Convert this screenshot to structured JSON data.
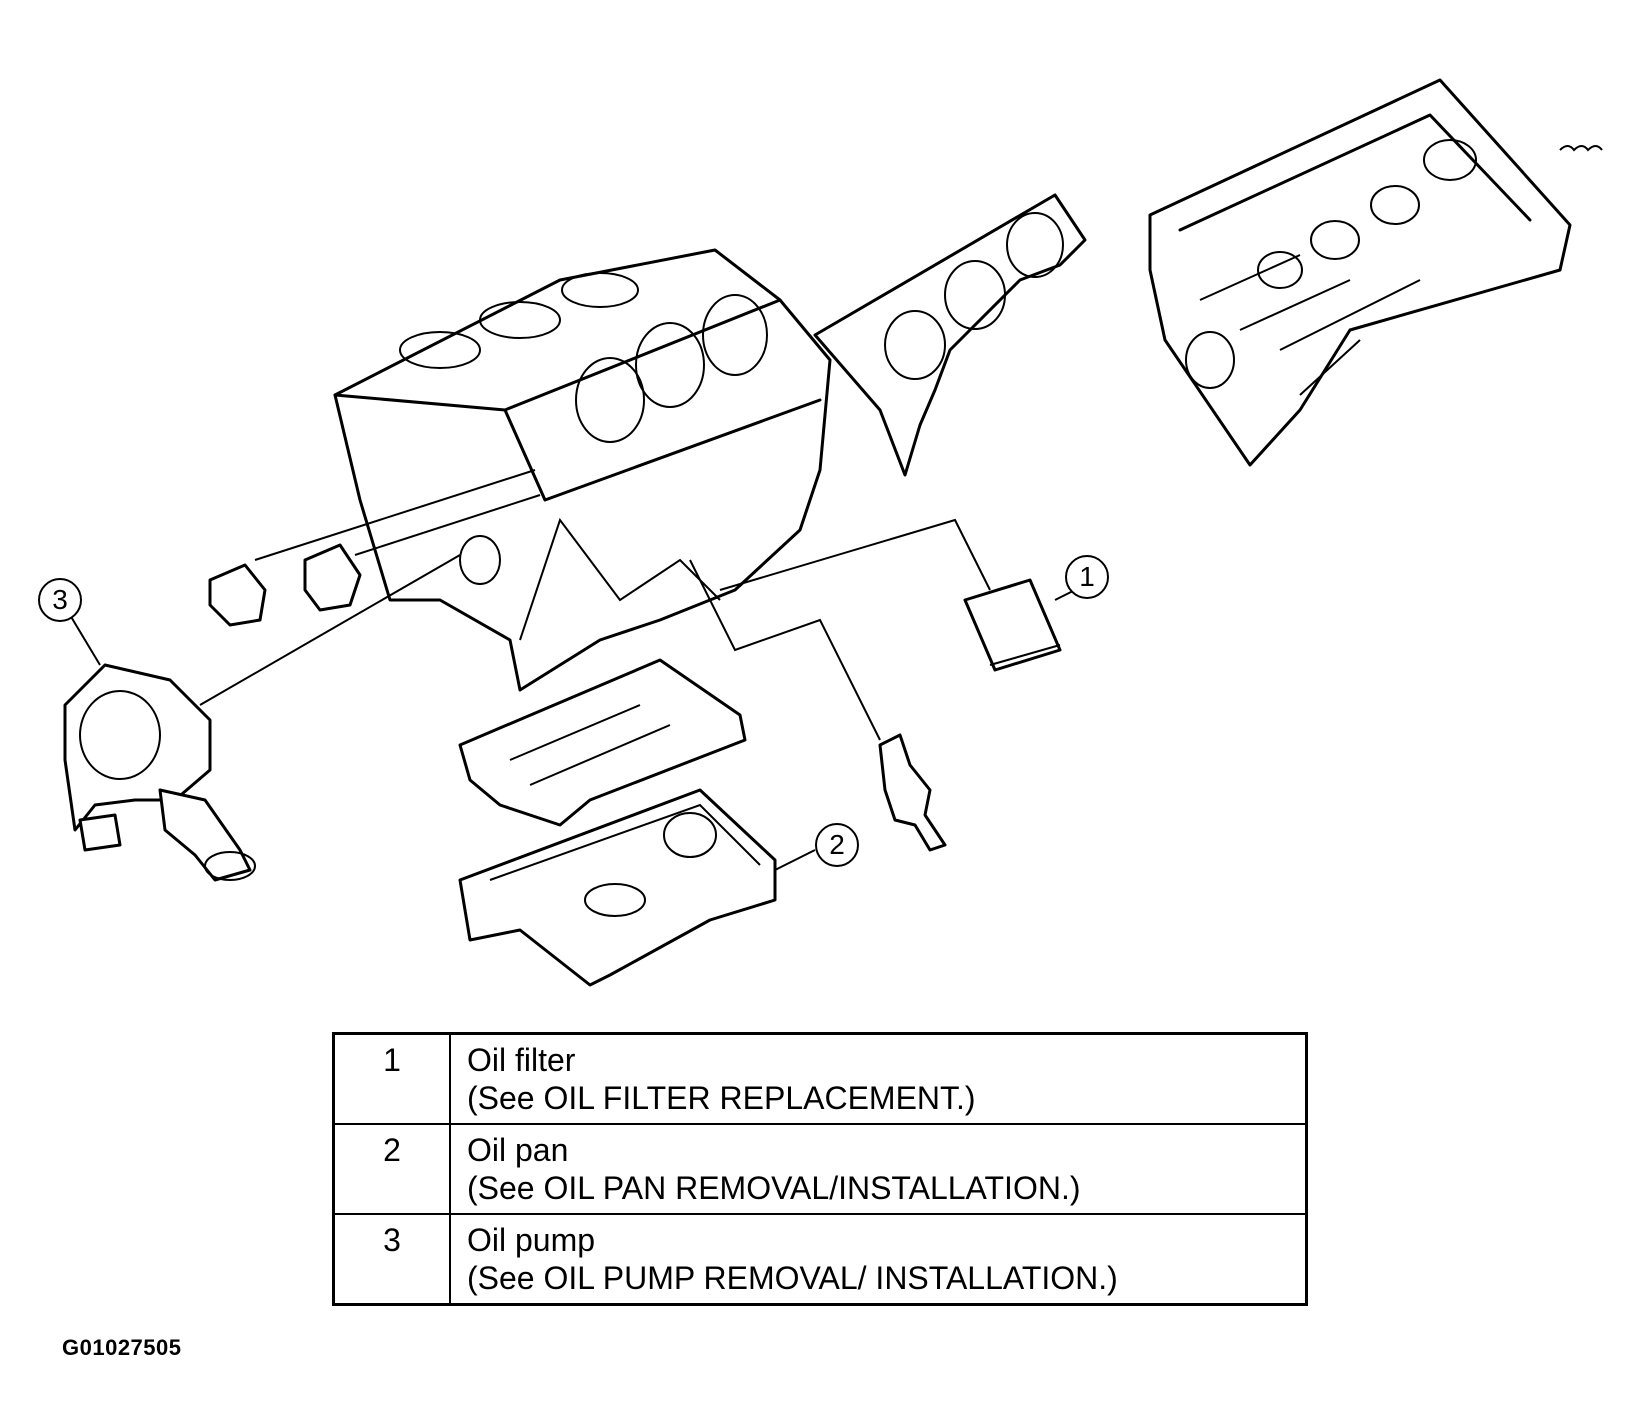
{
  "callouts": {
    "oil_filter": "1",
    "oil_pan": "2",
    "oil_pump": "3"
  },
  "legend": {
    "rows": [
      {
        "number": "1",
        "name": "Oil filter",
        "reference": "(See OIL FILTER REPLACEMENT.)"
      },
      {
        "number": "2",
        "name": "Oil pan",
        "reference": "(See OIL PAN REMOVAL/INSTALLATION.)"
      },
      {
        "number": "3",
        "name": "Oil pump",
        "reference": "(See OIL PUMP REMOVAL/ INSTALLATION.)"
      }
    ]
  },
  "figure_id": "G01027505"
}
